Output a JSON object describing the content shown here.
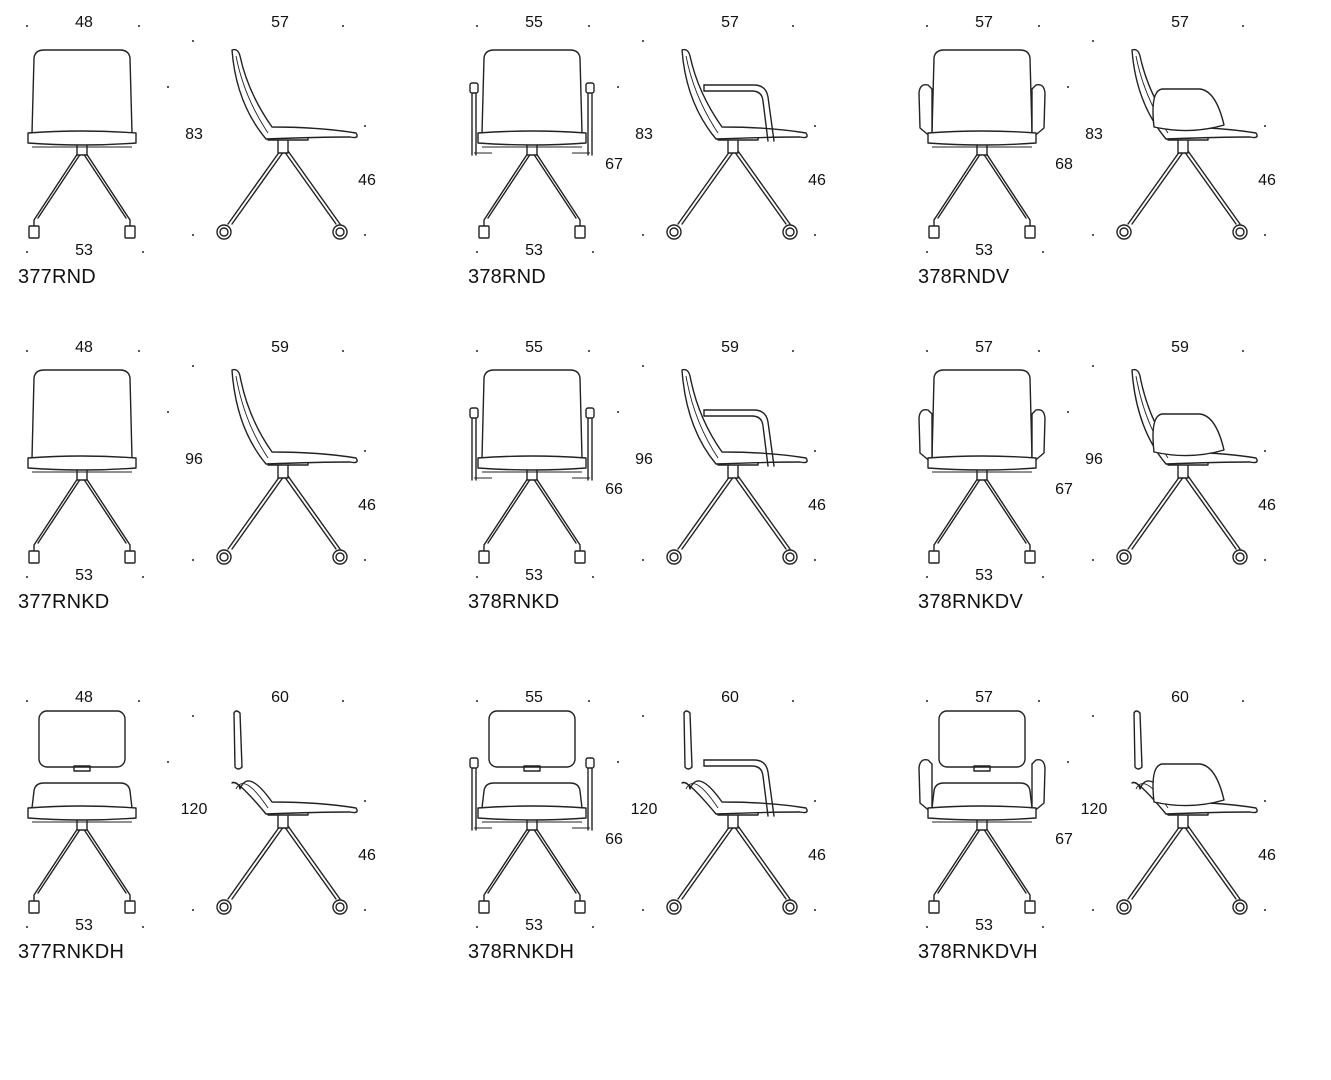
{
  "models": [
    {
      "code": "377RND",
      "front_width": "48",
      "side_depth": "57",
      "height": "83",
      "arm_height": "",
      "seat_height": "46",
      "base_width": "53",
      "arms": "none",
      "headrest": false,
      "back": "low"
    },
    {
      "code": "378RND",
      "front_width": "55",
      "side_depth": "57",
      "height": "83",
      "arm_height": "67",
      "seat_height": "46",
      "base_width": "53",
      "arms": "tube",
      "headrest": false,
      "back": "low"
    },
    {
      "code": "378RNDV",
      "front_width": "57",
      "side_depth": "57",
      "height": "83",
      "arm_height": "68",
      "seat_height": "46",
      "base_width": "53",
      "arms": "wing",
      "headrest": false,
      "back": "low"
    },
    {
      "code": "377RNKD",
      "front_width": "48",
      "side_depth": "59",
      "height": "96",
      "arm_height": "",
      "seat_height": "46",
      "base_width": "53",
      "arms": "none",
      "headrest": false,
      "back": "mid"
    },
    {
      "code": "378RNKD",
      "front_width": "55",
      "side_depth": "59",
      "height": "96",
      "arm_height": "66",
      "seat_height": "46",
      "base_width": "53",
      "arms": "tube",
      "headrest": false,
      "back": "mid"
    },
    {
      "code": "378RNKDV",
      "front_width": "57",
      "side_depth": "59",
      "height": "96",
      "arm_height": "67",
      "seat_height": "46",
      "base_width": "53",
      "arms": "wing",
      "headrest": false,
      "back": "mid"
    },
    {
      "code": "377RNKDH",
      "front_width": "48",
      "side_depth": "60",
      "height": "120",
      "arm_height": "",
      "seat_height": "46",
      "base_width": "53",
      "arms": "none",
      "headrest": true,
      "back": "high"
    },
    {
      "code": "378RNKDH",
      "front_width": "55",
      "side_depth": "60",
      "height": "120",
      "arm_height": "66",
      "seat_height": "46",
      "base_width": "53",
      "arms": "tube",
      "headrest": true,
      "back": "high"
    },
    {
      "code": "378RNKDVH",
      "front_width": "57",
      "side_depth": "60",
      "height": "120",
      "arm_height": "67",
      "seat_height": "46",
      "base_width": "53",
      "arms": "wing",
      "headrest": true,
      "back": "high"
    }
  ]
}
